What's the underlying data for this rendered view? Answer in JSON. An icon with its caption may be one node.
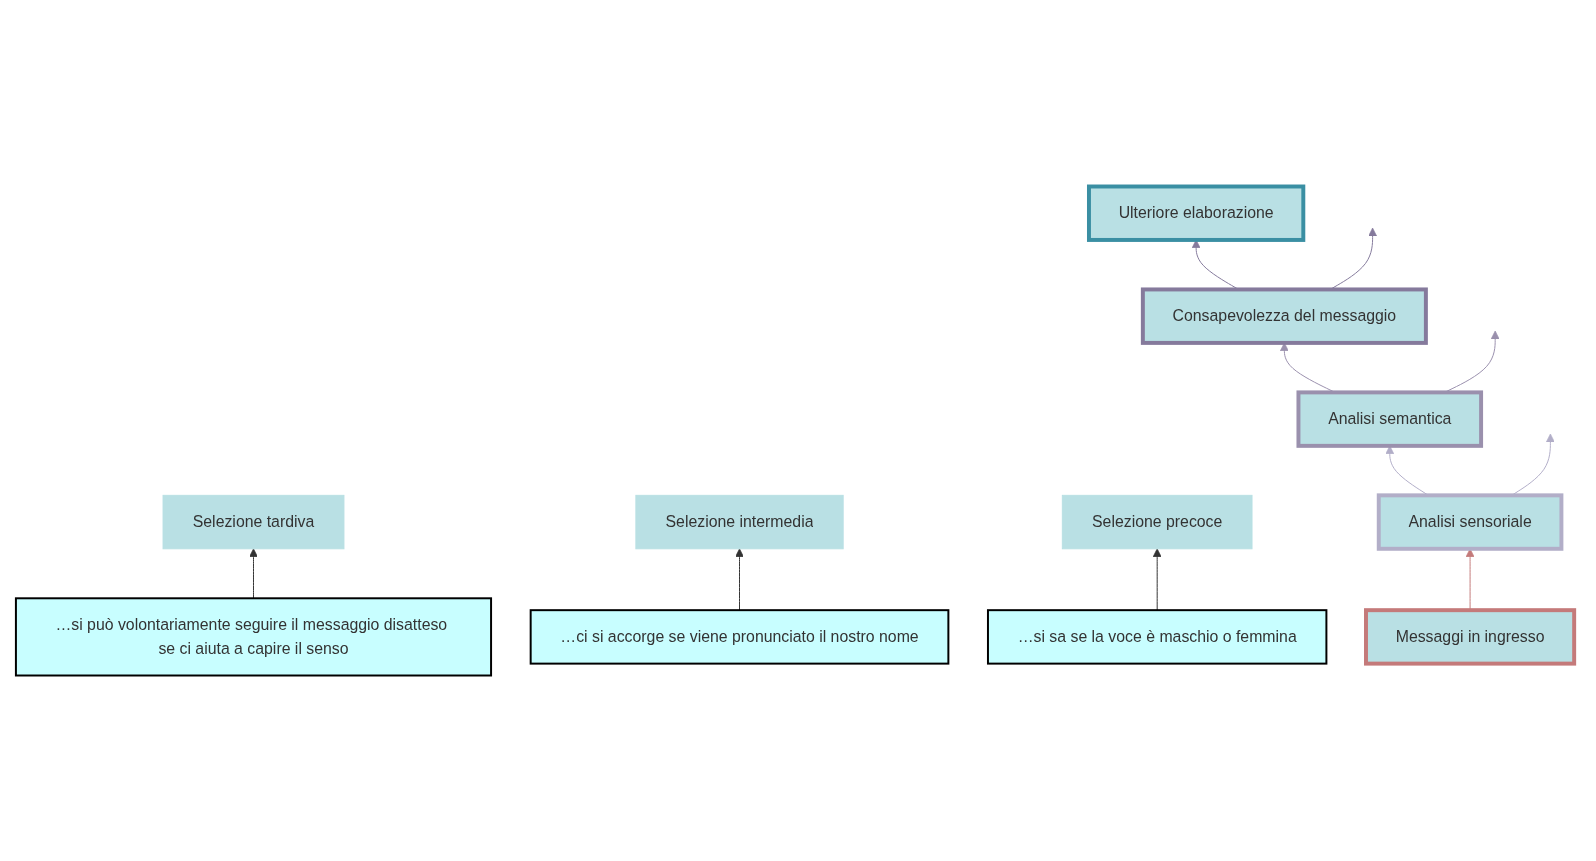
{
  "diagram": {
    "nodes": [
      {
        "text": [
          "…si può volontariamente seguire il messaggio disatteso se ci aiuta a capire il senso"
        ]
      },
      {
        "text": [
          "…ci si accorge se viene pronunciato il nostro nome"
        ]
      },
      {
        "text": [
          "…si sa se la voce è maschio o femmina"
        ]
      },
      {
        "text": [
          "Selezione tardiva"
        ]
      },
      {
        "text": [
          "Selezione intermedia"
        ]
      },
      {
        "text": [
          "Selezione precoce"
        ]
      },
      {
        "text": [
          "Ulteriore elaborazione"
        ]
      },
      {
        "text": [
          "Consapevolezza del messaggio"
        ]
      },
      {
        "text": [
          "Analisi semantica"
        ]
      },
      {
        "text": [
          "Analisi sensoriale"
        ]
      },
      {
        "text": [
          "Messaggi in ingresso"
        ]
      }
    ],
    "edges": [
      {
        "from": 0,
        "to": 3,
        "arrow": "to"
      },
      {
        "from": 1,
        "to": 4,
        "arrow": "to"
      },
      {
        "from": 2,
        "to": 5,
        "arrow": "to"
      },
      {
        "from": 10,
        "to": 9,
        "arrow": "to",
        "color": "#c47a7a"
      },
      {
        "from": 9,
        "to": 8,
        "arrow": "to",
        "color": "#b2aec8"
      },
      {
        "from": 9,
        "to": null,
        "arrow": "to",
        "color": "#b2aec8"
      },
      {
        "from": 8,
        "to": 7,
        "arrow": "to",
        "color": "#9a90ad"
      },
      {
        "from": 8,
        "to": null,
        "arrow": "to",
        "color": "#9a90ad"
      },
      {
        "from": 7,
        "to": 6,
        "arrow": "to",
        "color": "#857a9c"
      },
      {
        "from": 7,
        "to": null,
        "arrow": "to",
        "color": "#857a9c"
      }
    ]
  }
}
